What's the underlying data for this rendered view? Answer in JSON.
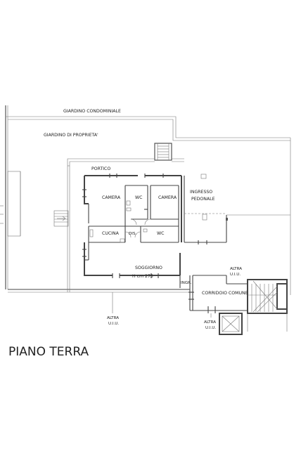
{
  "title": "PIANO TERRA",
  "labels": {
    "garden_shared": "GIARDINO CONDOMINIALE",
    "garden_private": "GIARDINO DI PROPRIETA'",
    "portico": "PORTICO",
    "camera_1": "CAMERA",
    "wc_1": "WC",
    "camera_2": "CAMERA",
    "pedestrian_entrance_line1": "INGRESSO",
    "pedestrian_entrance_line2": "PEDONALE",
    "kitchen": "CUCINA",
    "dis": "DIS.",
    "wc_2": "WC",
    "living_room": "SOGGIORNO",
    "ceiling_height": "H cm  275",
    "entrance": "INGR.",
    "corridor": "CORRIDOIO COMUNE",
    "other_unit_right_line1": "ALTRA",
    "other_unit_right_line2": "U.I.U.",
    "other_unit_bottom_line1": "ALTRA",
    "other_unit_bottom_line2": "U.I.U.",
    "other_unit_center_line1": "ALTRA",
    "other_unit_center_line2": "U.I.U."
  }
}
